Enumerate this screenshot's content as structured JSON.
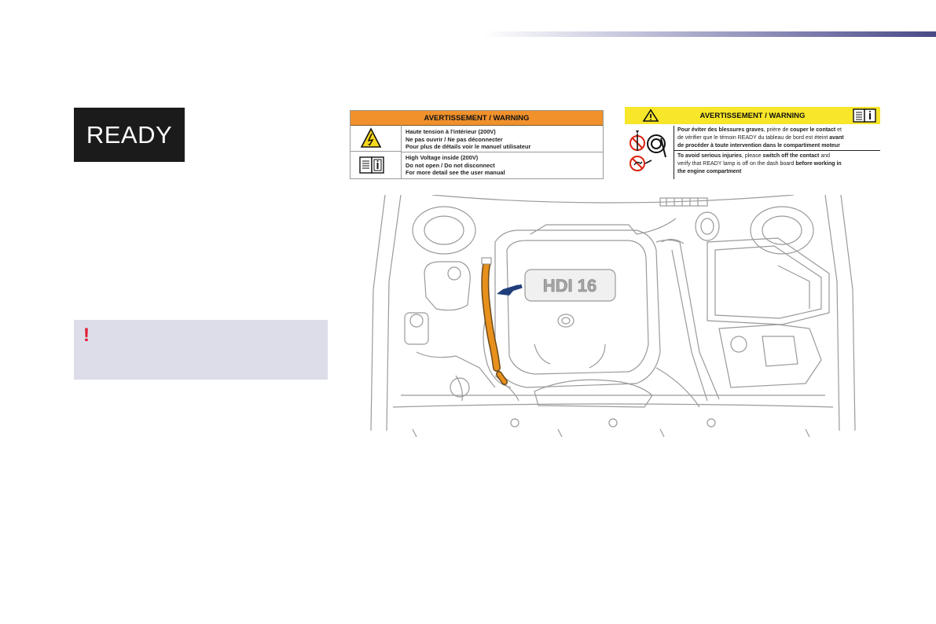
{
  "ready_label": "READY",
  "warning_label_high_voltage": {
    "header": "AVERTISSEMENT / WARNING",
    "french_lines": [
      "Haute tension à l'intérieur (200V)",
      "Ne pas ouvrir / Ne pas déconnecter",
      "Pour plus de détails voir le manuel utilisateur"
    ],
    "english_lines": [
      "High Voltage inside (200V)",
      "Do not open / Do not disconnect",
      "For more detail see the user manual"
    ],
    "header_color": "#f0912c"
  },
  "warning_label_injuries": {
    "header": "AVERTISSEMENT / WARNING",
    "french": {
      "line1_a": "Pour éviter des blessures graves",
      "line1_b": ", prière de ",
      "line1_c": "couper le contact",
      "line1_d": " et",
      "line2_a": "de vérifier que le témoin READY du tableau de bord est éteint ",
      "line2_b": "avant",
      "line3": "de procéder à toute intervention dans le compartiment moteur"
    },
    "english": {
      "line1_a": "To avoid serious injuries",
      "line1_b": ", please ",
      "line1_c": "switch off the contact",
      "line1_d": " and",
      "line2_a": "verify that READY lamp is off on the dash board ",
      "line2_b": "before working in",
      "line3": "the engine compartment"
    },
    "header_color": "#f7e629"
  },
  "engine_cover_text": "HDI 16",
  "note_icon": "!",
  "colors": {
    "accent_bar": "#4a4a86",
    "note_background": "#dcdde9",
    "exclamation": "#e0192f",
    "high_voltage_cable": "#e8901c",
    "arrow": "#1f3e7a"
  }
}
